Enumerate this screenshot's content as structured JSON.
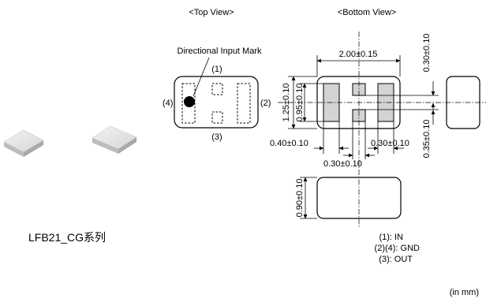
{
  "views": {
    "top": "<Top View>",
    "bottom": "<Bottom View>"
  },
  "top_view": {
    "mark_label": "Directional Input Mark",
    "pin_top": "(1)",
    "pin_right": "(2)",
    "pin_bottom": "(3)",
    "pin_left": "(4)"
  },
  "dims": {
    "length": "2.00±0.15",
    "width": "1.25±0.10",
    "pad_height": "0.95±0.10",
    "top_gap": "0.30±0.10",
    "bottom_gap": "0.35±0.10",
    "left_pad": "0.40±0.10",
    "right_pad": "0.30±0.10",
    "center_pad": "0.30±0.10",
    "thickness": "0.90±0.10"
  },
  "series_name": "LFB21_CG系列",
  "pin_legend": [
    "(1): IN",
    "(2)(4): GND",
    "(3): OUT"
  ],
  "units": "(in mm)"
}
